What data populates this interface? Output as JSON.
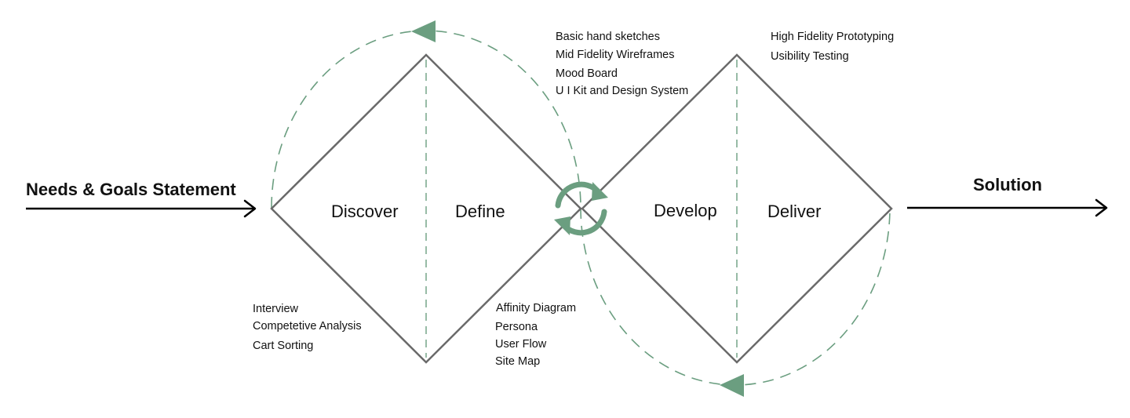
{
  "input_label": "Needs & Goals Statement",
  "output_label": "Solution",
  "phases": {
    "discover": "Discover",
    "define": "Define",
    "develop": "Develop",
    "deliver": "Deliver"
  },
  "discover_methods": [
    "Interview",
    "Competetive Analysis",
    "Cart Sorting"
  ],
  "define_methods": [
    "Affinity Diagram",
    "Persona",
    "User Flow",
    "Site Map"
  ],
  "develop_methods": [
    "Basic hand sketches",
    "Mid Fidelity Wireframes",
    "Mood Board",
    "U I Kit and Design System"
  ],
  "deliver_methods": [
    "High Fidelity Prototyping",
    "Usibility Testing"
  ],
  "icons": {
    "cycle": "refresh-cycle-icon",
    "loop_arrow_top": "triangle-arrow-left-icon",
    "loop_arrow_bottom": "triangle-arrow-left-icon"
  },
  "colors": {
    "accent": "#6b9e80",
    "diamond_stroke": "#6a6a6a",
    "text": "#111111",
    "background": "#ffffff"
  }
}
